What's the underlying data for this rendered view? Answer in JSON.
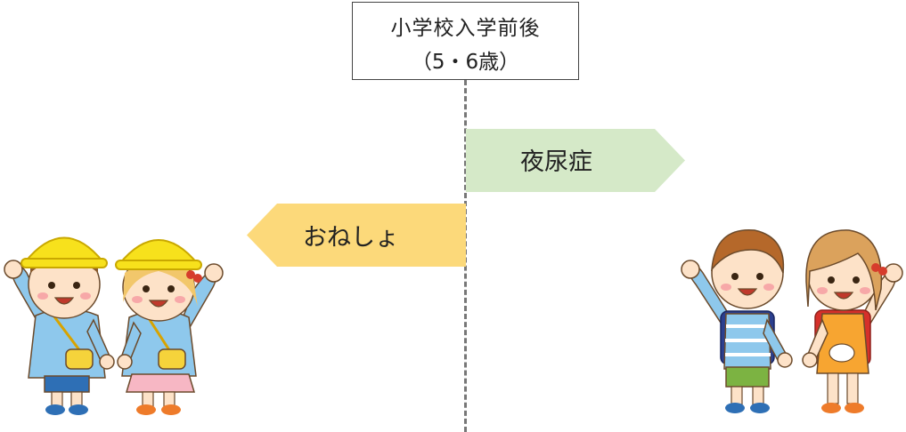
{
  "header": {
    "line1": "小学校入学前後",
    "line2": "（5・6歳）"
  },
  "arrows": {
    "right": {
      "label": "夜尿症",
      "color": "#d5e9c8"
    },
    "left": {
      "label": "おねしょ",
      "color": "#fcd97a"
    }
  },
  "illustrations": {
    "left": "kindergarten-children",
    "right": "schoolchildren-with-randoseru"
  }
}
